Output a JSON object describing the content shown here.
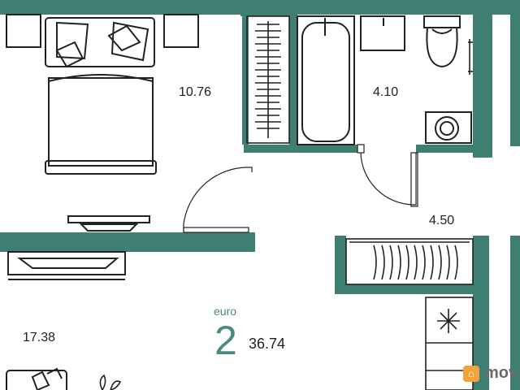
{
  "plan": {
    "wall_color": "#3f7f71",
    "accent_color": "#4c8a80",
    "rooms": [
      {
        "id": "bedroom",
        "area": "10.76"
      },
      {
        "id": "bathroom",
        "area": "4.10"
      },
      {
        "id": "hallway",
        "area": "4.50"
      },
      {
        "id": "living",
        "area": "17.38"
      }
    ],
    "type_label": "euro",
    "rooms_count": "2",
    "total_area": "36.74"
  },
  "watermark": {
    "brand": "mov",
    "icon": "house-logo-icon"
  }
}
